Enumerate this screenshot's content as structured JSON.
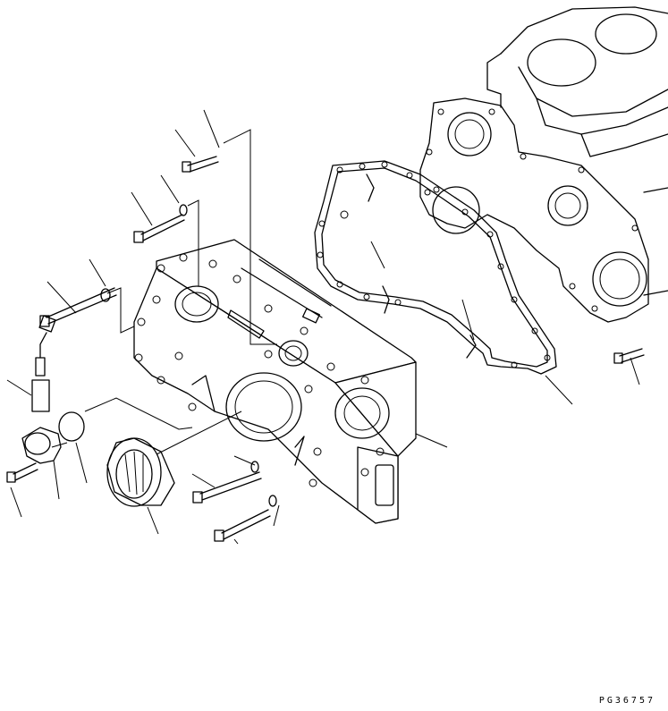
{
  "drawing": {
    "reference_code": "PG36757",
    "parts": [
      "cylinder-block-outline",
      "front-gear-case",
      "case-gasket",
      "front-cover",
      "front-oil-seal",
      "o-ring",
      "sensor-bracket",
      "sensor",
      "bolts",
      "washers"
    ]
  }
}
